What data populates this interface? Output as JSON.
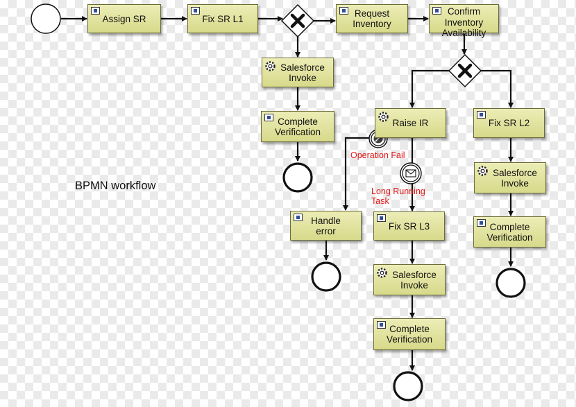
{
  "caption": "BPMN workflow",
  "tasks": {
    "assign_sr": "Assign SR",
    "fix_sr_l1": "Fix SR L1",
    "request_inventory": "Request\nInventory",
    "confirm_inventory": "Confirm\nInventory\nAvailability",
    "salesforce_invoke_1": "Salesforce\nInvoke",
    "complete_verification_1": "Complete\nVerification",
    "raise_ir": "Raise IR",
    "fix_sr_l2": "Fix SR L2",
    "salesforce_invoke_2": "Salesforce\nInvoke",
    "complete_verification_2": "Complete\nVerification",
    "handle_error": "Handle\nerror",
    "fix_sr_l3": "Fix SR L3",
    "salesforce_invoke_3": "Salesforce\nInvoke",
    "complete_verification_3": "Complete\nVerification"
  },
  "events": {
    "operation_fail": "Operation Fail",
    "long_running_task": "Long Running\nTask"
  },
  "icons": {
    "user_task": "user-task-icon",
    "service_task": "gear-icon",
    "error_event": "error-event-icon",
    "message_event": "envelope-icon",
    "gateway": "exclusive-gateway-icon"
  },
  "colors": {
    "task_fill": "#dfe19a",
    "event_label": "#e21818",
    "stroke": "#111111"
  }
}
